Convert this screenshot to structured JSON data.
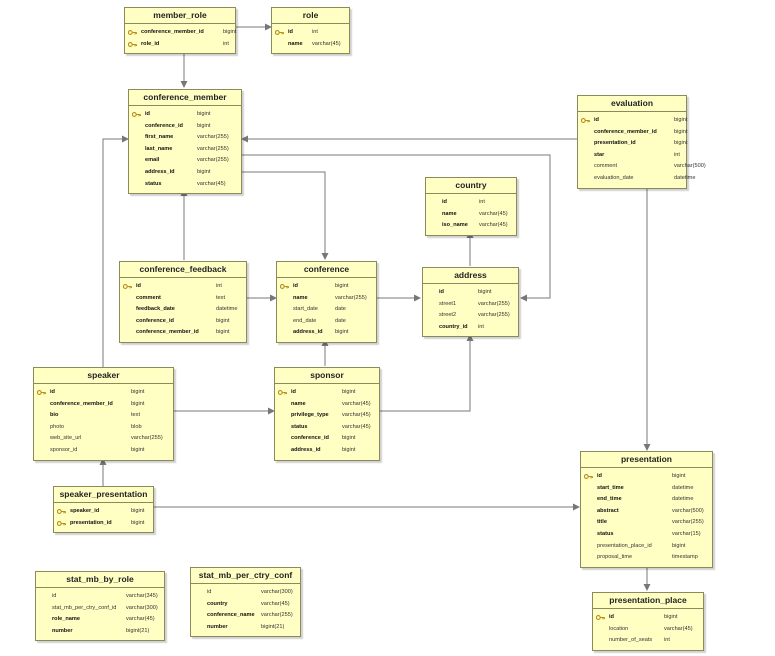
{
  "tables": [
    {
      "id": "member_role",
      "name": "member_role",
      "columns": [
        {
          "name": "conference_member_id",
          "type": "bigint",
          "pk": true,
          "bold": true
        },
        {
          "name": "role_id",
          "type": "int",
          "pk": true,
          "bold": true
        }
      ]
    },
    {
      "id": "role",
      "name": "role",
      "columns": [
        {
          "name": "id",
          "type": "int",
          "pk": true,
          "bold": true
        },
        {
          "name": "name",
          "type": "varchar(45)",
          "bold": true
        }
      ]
    },
    {
      "id": "conference_member",
      "name": "conference_member",
      "columns": [
        {
          "name": "id",
          "type": "bigint",
          "pk": true,
          "bold": true
        },
        {
          "name": "conference_id",
          "type": "bigint",
          "bold": true
        },
        {
          "name": "first_name",
          "type": "varchar(255)",
          "bold": true
        },
        {
          "name": "last_name",
          "type": "varchar(255)",
          "bold": true
        },
        {
          "name": "email",
          "type": "varchar(255)",
          "bold": true
        },
        {
          "name": "address_id",
          "type": "bigint",
          "bold": true
        },
        {
          "name": "status",
          "type": "varchar(45)",
          "bold": true
        }
      ]
    },
    {
      "id": "evaluation",
      "name": "evaluation",
      "columns": [
        {
          "name": "id",
          "type": "bigint",
          "pk": true,
          "bold": true
        },
        {
          "name": "conference_member_id",
          "type": "bigint",
          "bold": true
        },
        {
          "name": "presentation_id",
          "type": "bigint",
          "bold": true
        },
        {
          "name": "star",
          "type": "int",
          "bold": true
        },
        {
          "name": "comment",
          "type": "varchar(500)"
        },
        {
          "name": "evaluation_date",
          "type": "datetime"
        }
      ]
    },
    {
      "id": "country",
      "name": "country",
      "columns": [
        {
          "name": "id",
          "type": "int",
          "bold": true
        },
        {
          "name": "name",
          "type": "varchar(45)",
          "bold": true
        },
        {
          "name": "iso_name",
          "type": "varchar(45)",
          "bold": true
        }
      ]
    },
    {
      "id": "conference_feedback",
      "name": "conference_feedback",
      "columns": [
        {
          "name": "id",
          "type": "int",
          "pk": true,
          "bold": true
        },
        {
          "name": "comment",
          "type": "text",
          "bold": true
        },
        {
          "name": "feedback_date",
          "type": "datetime",
          "bold": true
        },
        {
          "name": "conference_id",
          "type": "bigint",
          "bold": true
        },
        {
          "name": "conference_member_id",
          "type": "bigint",
          "bold": true
        }
      ]
    },
    {
      "id": "conference",
      "name": "conference",
      "columns": [
        {
          "name": "id",
          "type": "bigint",
          "pk": true,
          "bold": true
        },
        {
          "name": "name",
          "type": "varchar(255)",
          "bold": true
        },
        {
          "name": "start_date",
          "type": "date"
        },
        {
          "name": "end_date",
          "type": "date"
        },
        {
          "name": "address_id",
          "type": "bigint",
          "bold": true
        }
      ]
    },
    {
      "id": "address",
      "name": "address",
      "columns": [
        {
          "name": "id",
          "type": "bigint",
          "bold": true
        },
        {
          "name": "street1",
          "type": "varchar(255)"
        },
        {
          "name": "street2",
          "type": "varchar(255)"
        },
        {
          "name": "country_id",
          "type": "int",
          "bold": true
        }
      ]
    },
    {
      "id": "speaker",
      "name": "speaker",
      "columns": [
        {
          "name": "id",
          "type": "bigint",
          "pk": true,
          "bold": true
        },
        {
          "name": "conference_member_id",
          "type": "bigint",
          "bold": true
        },
        {
          "name": "bio",
          "type": "text",
          "bold": true
        },
        {
          "name": "photo",
          "type": "blob"
        },
        {
          "name": "web_site_url",
          "type": "varchar(255)"
        },
        {
          "name": "sponsor_id",
          "type": "bigint"
        }
      ]
    },
    {
      "id": "sponsor",
      "name": "sponsor",
      "columns": [
        {
          "name": "id",
          "type": "bigint",
          "pk": true,
          "bold": true
        },
        {
          "name": "name",
          "type": "varchar(45)",
          "bold": true
        },
        {
          "name": "privilege_type",
          "type": "varchar(45)",
          "bold": true
        },
        {
          "name": "status",
          "type": "varchar(45)",
          "bold": true
        },
        {
          "name": "conference_id",
          "type": "bigint",
          "bold": true
        },
        {
          "name": "address_id",
          "type": "bigint",
          "bold": true
        }
      ]
    },
    {
      "id": "speaker_presentation",
      "name": "speaker_presentation",
      "columns": [
        {
          "name": "speaker_id",
          "type": "bigint",
          "pk": true,
          "bold": true
        },
        {
          "name": "presentation_id",
          "type": "bigint",
          "pk": true,
          "bold": true
        }
      ]
    },
    {
      "id": "presentation",
      "name": "presentation",
      "columns": [
        {
          "name": "id",
          "type": "bigint",
          "pk": true,
          "bold": true
        },
        {
          "name": "start_time",
          "type": "datetime",
          "bold": true
        },
        {
          "name": "end_time",
          "type": "datetime",
          "bold": true
        },
        {
          "name": "abstract",
          "type": "varchar(500)",
          "bold": true
        },
        {
          "name": "title",
          "type": "varchar(255)",
          "bold": true
        },
        {
          "name": "status",
          "type": "varchar(15)",
          "bold": true
        },
        {
          "name": "presentation_place_id",
          "type": "bigint"
        },
        {
          "name": "proposal_time",
          "type": "timestamp"
        }
      ]
    },
    {
      "id": "stat_mb_by_role",
      "name": "stat_mb_by_role",
      "columns": [
        {
          "name": "id",
          "type": "varchar(345)"
        },
        {
          "name": "stat_mb_per_ctry_conf_id",
          "type": "varchar(300)"
        },
        {
          "name": "role_name",
          "type": "varchar(45)",
          "bold": true
        },
        {
          "name": "number",
          "type": "bigint(21)",
          "bold": true
        }
      ]
    },
    {
      "id": "stat_mb_per_ctry_conf",
      "name": "stat_mb_per_ctry_conf",
      "columns": [
        {
          "name": "id",
          "type": "varchar(300)"
        },
        {
          "name": "country",
          "type": "varchar(45)",
          "bold": true
        },
        {
          "name": "conference_name",
          "type": "varchar(255)",
          "bold": true
        },
        {
          "name": "number",
          "type": "bigint(21)",
          "bold": true
        }
      ]
    },
    {
      "id": "presentation_place",
      "name": "presentation_place",
      "columns": [
        {
          "name": "id",
          "type": "bigint",
          "pk": true,
          "bold": true
        },
        {
          "name": "location",
          "type": "varchar(45)"
        },
        {
          "name": "number_of_seats",
          "type": "int"
        }
      ]
    }
  ],
  "colors": {
    "table_fill": "#ffffc4",
    "table_border": "#8a8a5a",
    "connector": "#777777",
    "key_icon": "#c9a227"
  },
  "icons": {
    "primary_key": "key-icon"
  }
}
